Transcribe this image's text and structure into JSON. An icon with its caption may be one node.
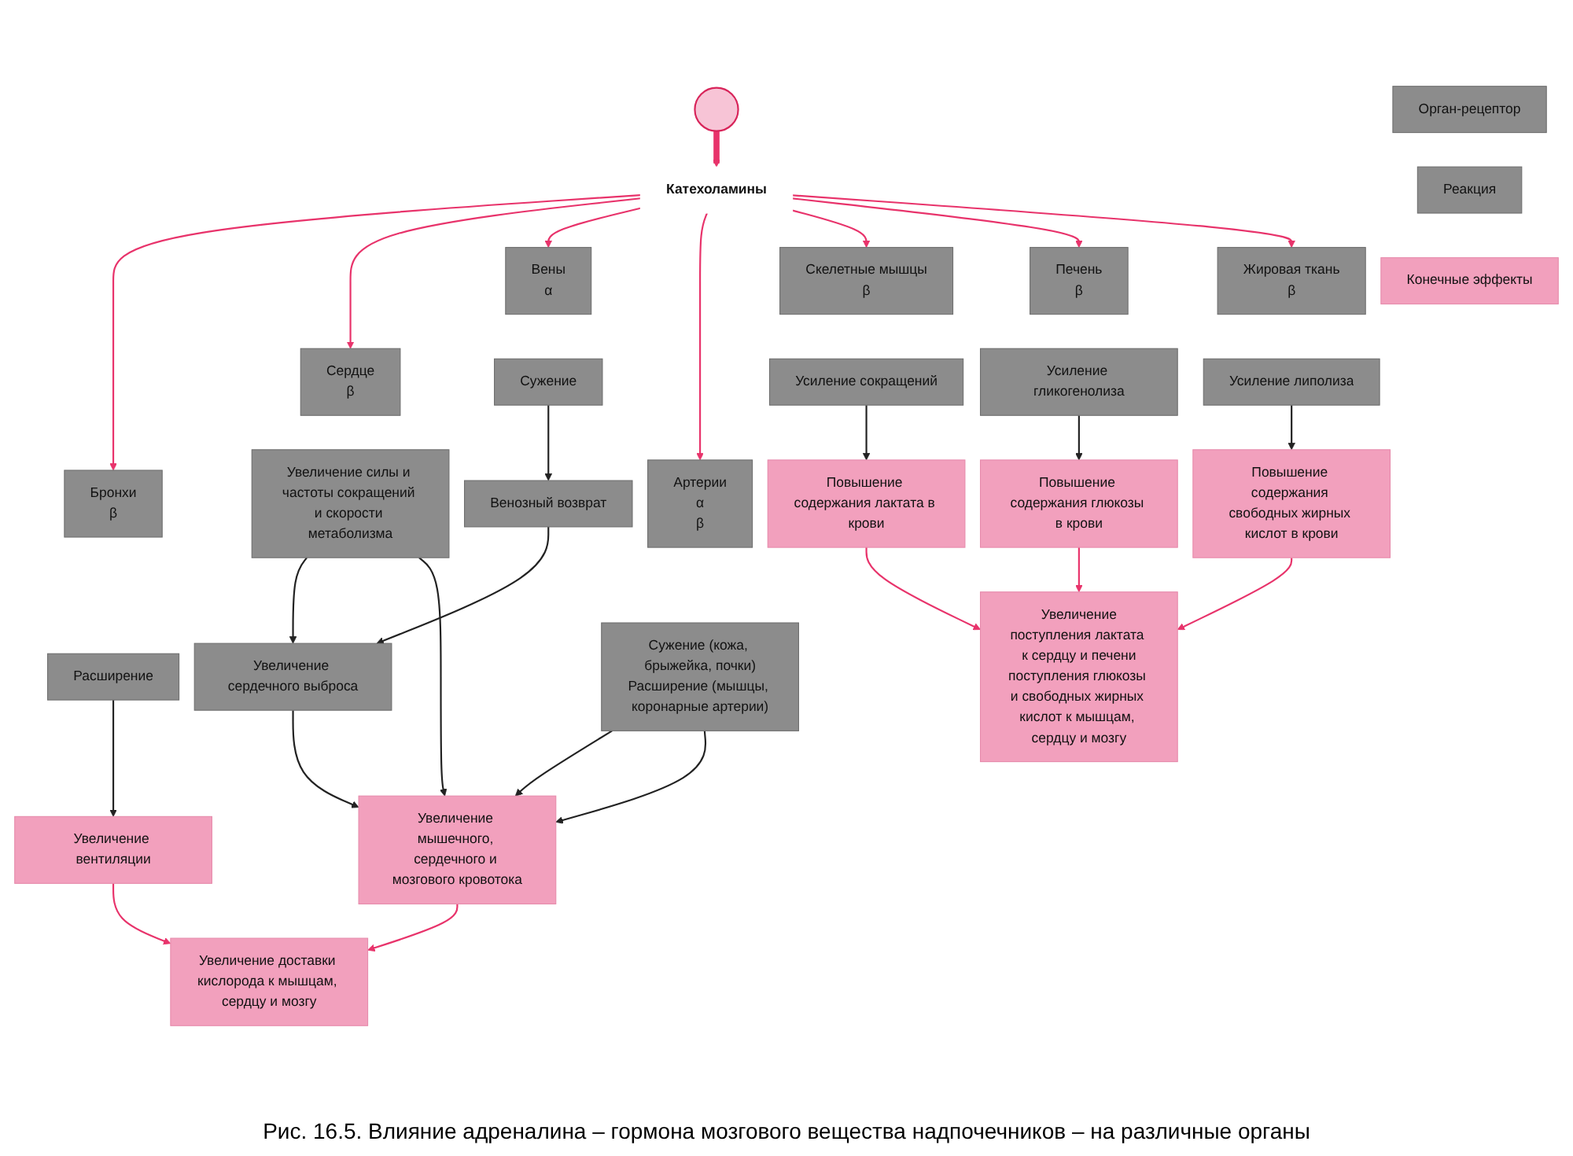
{
  "diagram": {
    "caption": "Рис. 16.5. Влияние адреналина – гормона мозгового вещества надпочечников – на различные органы",
    "nodes": [
      {
        "text": [],
        "shape": "picture"
      },
      {
        "text": [
          "Катехоламины"
        ]
      },
      {
        "text": [
          "Орган-рецептор"
        ]
      },
      {
        "text": [
          "Бронхи",
          "β"
        ]
      },
      {
        "text": [
          "Сердце",
          "β"
        ]
      },
      {
        "text": [
          "Вены",
          "α"
        ]
      },
      {
        "text": [
          "Артерии",
          "α",
          "β"
        ]
      },
      {
        "text": [
          "Скелетные мышцы",
          "β"
        ]
      },
      {
        "text": [
          "Печень",
          "β"
        ]
      },
      {
        "text": [
          "Жировая ткань",
          "β"
        ]
      },
      {
        "text": [
          "Реакция"
        ]
      },
      {
        "text": [
          "Расширение"
        ]
      },
      {
        "text": [
          "Увеличение силы и частоты сокращений и скорости метаболизма"
        ]
      },
      {
        "text": [
          "Сужение"
        ]
      },
      {
        "text": [
          "Сужение (кожа, брыжейка, почки)",
          "Расширение (мышцы, коронарные артерии)"
        ]
      },
      {
        "text": [
          "Усиление сокращений"
        ]
      },
      {
        "text": [
          "Усиление гликогенолиза"
        ]
      },
      {
        "text": [
          "Усиление липолиза"
        ]
      },
      {
        "text": [
          "Увеличение сердечного выброса"
        ]
      },
      {
        "text": [
          "Венозный возврат"
        ]
      },
      {
        "text": [
          "Конечные эффекты"
        ]
      },
      {
        "text": [
          "Увеличение вентиляции"
        ]
      },
      {
        "text": [
          "Увеличение мышечного, сердечного и мозгового кровотока"
        ]
      },
      {
        "text": [
          "Повышение содержания лактата в крови"
        ]
      },
      {
        "text": [
          "Повышение содержания глюкозы в крови"
        ]
      },
      {
        "text": [
          "Повышение содержания свободных жирных кислот в крови"
        ]
      },
      {
        "text": [
          "Увеличение доставки кислорода к мышцам, сердцу и мозгу"
        ]
      },
      {
        "text": [
          "Увеличение",
          "поступления лактата к сердцу и печени",
          "поступления глюкозы и свободных жирных кислот к мышцам, сердцу и мозгу"
        ]
      }
    ],
    "edges": [
      {
        "from": 0,
        "to": 1,
        "arrow": "to",
        "style": "thick",
        "color": "#e8336b"
      },
      {
        "from": 1,
        "to": 3,
        "arrow": "to",
        "color": "#e8336b"
      },
      {
        "from": 1,
        "to": 4,
        "arrow": "to",
        "color": "#e8336b"
      },
      {
        "from": 1,
        "to": 5,
        "arrow": "to",
        "color": "#e8336b"
      },
      {
        "from": 1,
        "to": 6,
        "arrow": "to",
        "color": "#e8336b"
      },
      {
        "from": 1,
        "to": 7,
        "arrow": "to",
        "color": "#e8336b"
      },
      {
        "from": 1,
        "to": 8,
        "arrow": "to",
        "color": "#e8336b"
      },
      {
        "from": 1,
        "to": 9,
        "arrow": "to",
        "color": "#e8336b"
      },
      {
        "from": 11,
        "to": 21,
        "arrow": "to",
        "color": "#222222"
      },
      {
        "from": 12,
        "to": 18,
        "arrow": "to",
        "color": "#222222"
      },
      {
        "from": 12,
        "to": 22,
        "arrow": "to",
        "color": "#222222"
      },
      {
        "from": 13,
        "to": 19,
        "arrow": "to",
        "color": "#222222"
      },
      {
        "from": 19,
        "to": 18,
        "arrow": "to",
        "color": "#222222"
      },
      {
        "from": 18,
        "to": 22,
        "arrow": "to",
        "color": "#222222"
      },
      {
        "from": 14,
        "to": 22,
        "arrow": "to",
        "color": "#222222"
      },
      {
        "from": 14,
        "to": 22,
        "arrow": "to",
        "color": "#222222"
      },
      {
        "from": 15,
        "to": 23,
        "arrow": "to",
        "color": "#222222"
      },
      {
        "from": 16,
        "to": 24,
        "arrow": "to",
        "color": "#222222"
      },
      {
        "from": 17,
        "to": 25,
        "arrow": "to",
        "color": "#222222"
      },
      {
        "from": 21,
        "to": 26,
        "arrow": "to",
        "color": "#e8336b"
      },
      {
        "from": 22,
        "to": 26,
        "arrow": "to",
        "color": "#e8336b"
      },
      {
        "from": 23,
        "to": 27,
        "arrow": "to",
        "color": "#e8336b"
      },
      {
        "from": 24,
        "to": 27,
        "arrow": "to",
        "color": "#e8336b"
      },
      {
        "from": 25,
        "to": 27,
        "arrow": "to",
        "color": "#e8336b"
      }
    ]
  }
}
